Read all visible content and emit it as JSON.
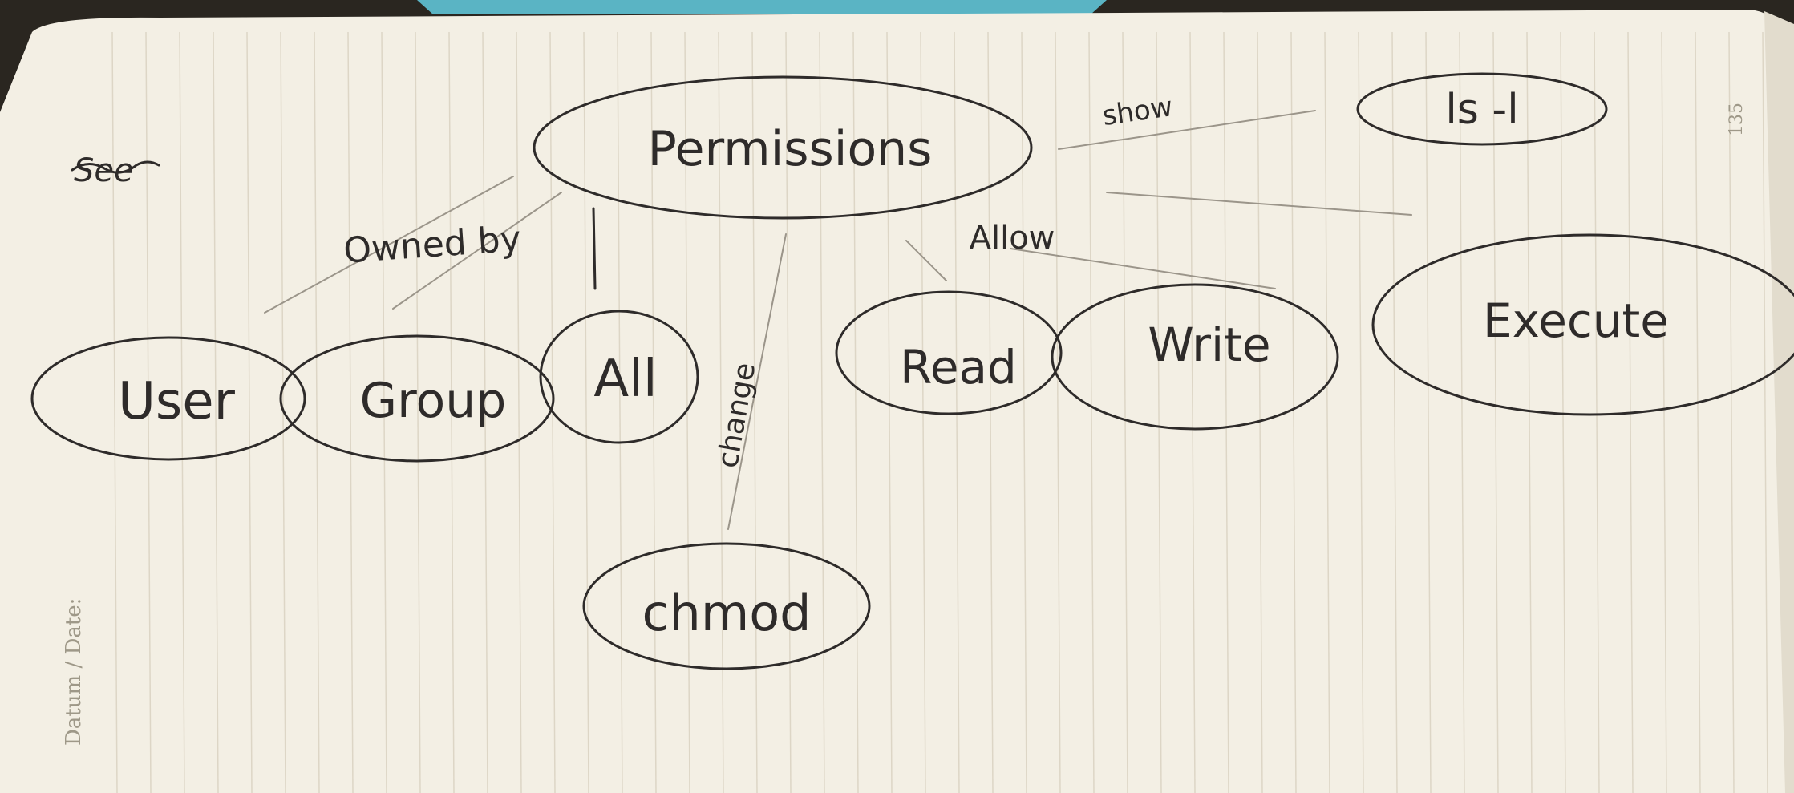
{
  "page": {
    "date_label": "Datum / Date:",
    "page_number": "135",
    "corner_scribble": "See",
    "colors": {
      "paper": "#f3efe4",
      "ink": "#2e2b2a",
      "rule_lines": "#ddd6c6",
      "cover_accent": "#5ab4c4"
    }
  },
  "diagram": {
    "nodes": {
      "permissions": "Permissions",
      "ls": "ls -l",
      "user": "User",
      "group": "Group",
      "all": "All",
      "read": "Read",
      "write": "Write",
      "execute": "Execute",
      "chmod": "chmod"
    },
    "edges": {
      "owned_by": "Owned by",
      "show": "show",
      "allow": "Allow",
      "change": "change"
    }
  }
}
